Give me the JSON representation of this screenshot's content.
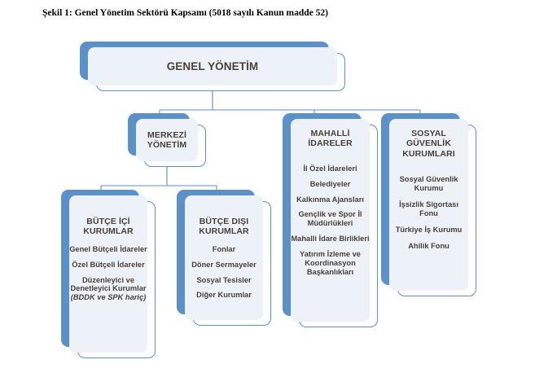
{
  "figure": {
    "caption": "Şekil 1: Genel Yönetim Sektörü Kapsamı (5018 sayılı Kanun madde 52)"
  },
  "colors": {
    "accent_blue": "#5B90C8",
    "panel_fill": "#EDF1F8",
    "text": "#4A4039",
    "connector": "#5B90C8",
    "background": "#FFFFFF"
  },
  "nodes": {
    "genel_yonetim": {
      "title": "GENEL YÖNETİM",
      "items": []
    },
    "merkezi_yonetim": {
      "title": "MERKEZİ\nYÖNETİM",
      "title_line1": "MERKEZİ",
      "title_line2": "YÖNETİM",
      "items": []
    },
    "mahalli_idareler": {
      "title_line1": "MAHALLİ",
      "title_line2": "İDARELER",
      "items": [
        "İl Özel İdareleri",
        "Belediyeler",
        "Kalkınma Ajansları",
        "Gençlik ve Spor İl Müdürlükleri",
        "Mahalli İdare Birlikleri",
        "Yatırım İzleme ve Koordinasyon Başkanlıkları"
      ]
    },
    "sosyal_guvenlik": {
      "title_line1": "SOSYAL",
      "title_line2": "GÜVENLİK",
      "title_line3": "KURUMLARI",
      "items": [
        "Sosyal Güvenlik Kurumu",
        "İşsizlik Sigortası Fonu",
        "Türkiye İş Kurumu",
        "Ahilik Fonu"
      ]
    },
    "butce_ici": {
      "title_line1": "BÜTÇE İÇİ",
      "title_line2": "KURUMLAR",
      "items": [
        "Genel Bütçeli İdareler",
        "Özel Bütçeli İdareler"
      ],
      "item_mixed": {
        "normal": "Düzenleyici ve Denetleyici Kurumlar ",
        "italic": "(BDDK ve SPK hariç)"
      }
    },
    "butce_disi": {
      "title_line1": "BÜTÇE DIŞI",
      "title_line2": "KURUMLAR",
      "items": [
        "Fonlar",
        "Döner Sermayeler",
        "Sosyal Tesisler",
        "Diğer Kurumlar"
      ]
    }
  }
}
